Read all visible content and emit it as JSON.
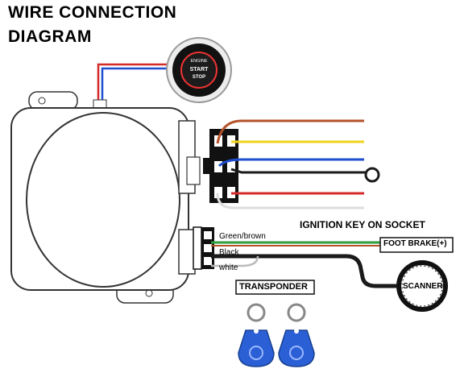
{
  "title": {
    "line1": "WIRE CONNECTION",
    "line2": "DIAGRAM"
  },
  "start_button": {
    "line1": "ENGINE",
    "line2": "START",
    "line3": "STOP"
  },
  "labels": {
    "ignition": "IGNITION KEY ON SOCKET",
    "foot_brake": "FOOT BRAKE(+)",
    "green_brown": "Green/brown",
    "black": "Black",
    "white": "white",
    "transponder": "TRANSPONDER",
    "scanner": "SCANNER"
  },
  "colors": {
    "brown": "#b5522a",
    "yellow": "#f0d21e",
    "blue": "#1f4fd0",
    "black": "#1a1a1a",
    "red": "#d42a2a",
    "green": "#2e9e3e",
    "tag_blue": "#2a5fd6"
  }
}
